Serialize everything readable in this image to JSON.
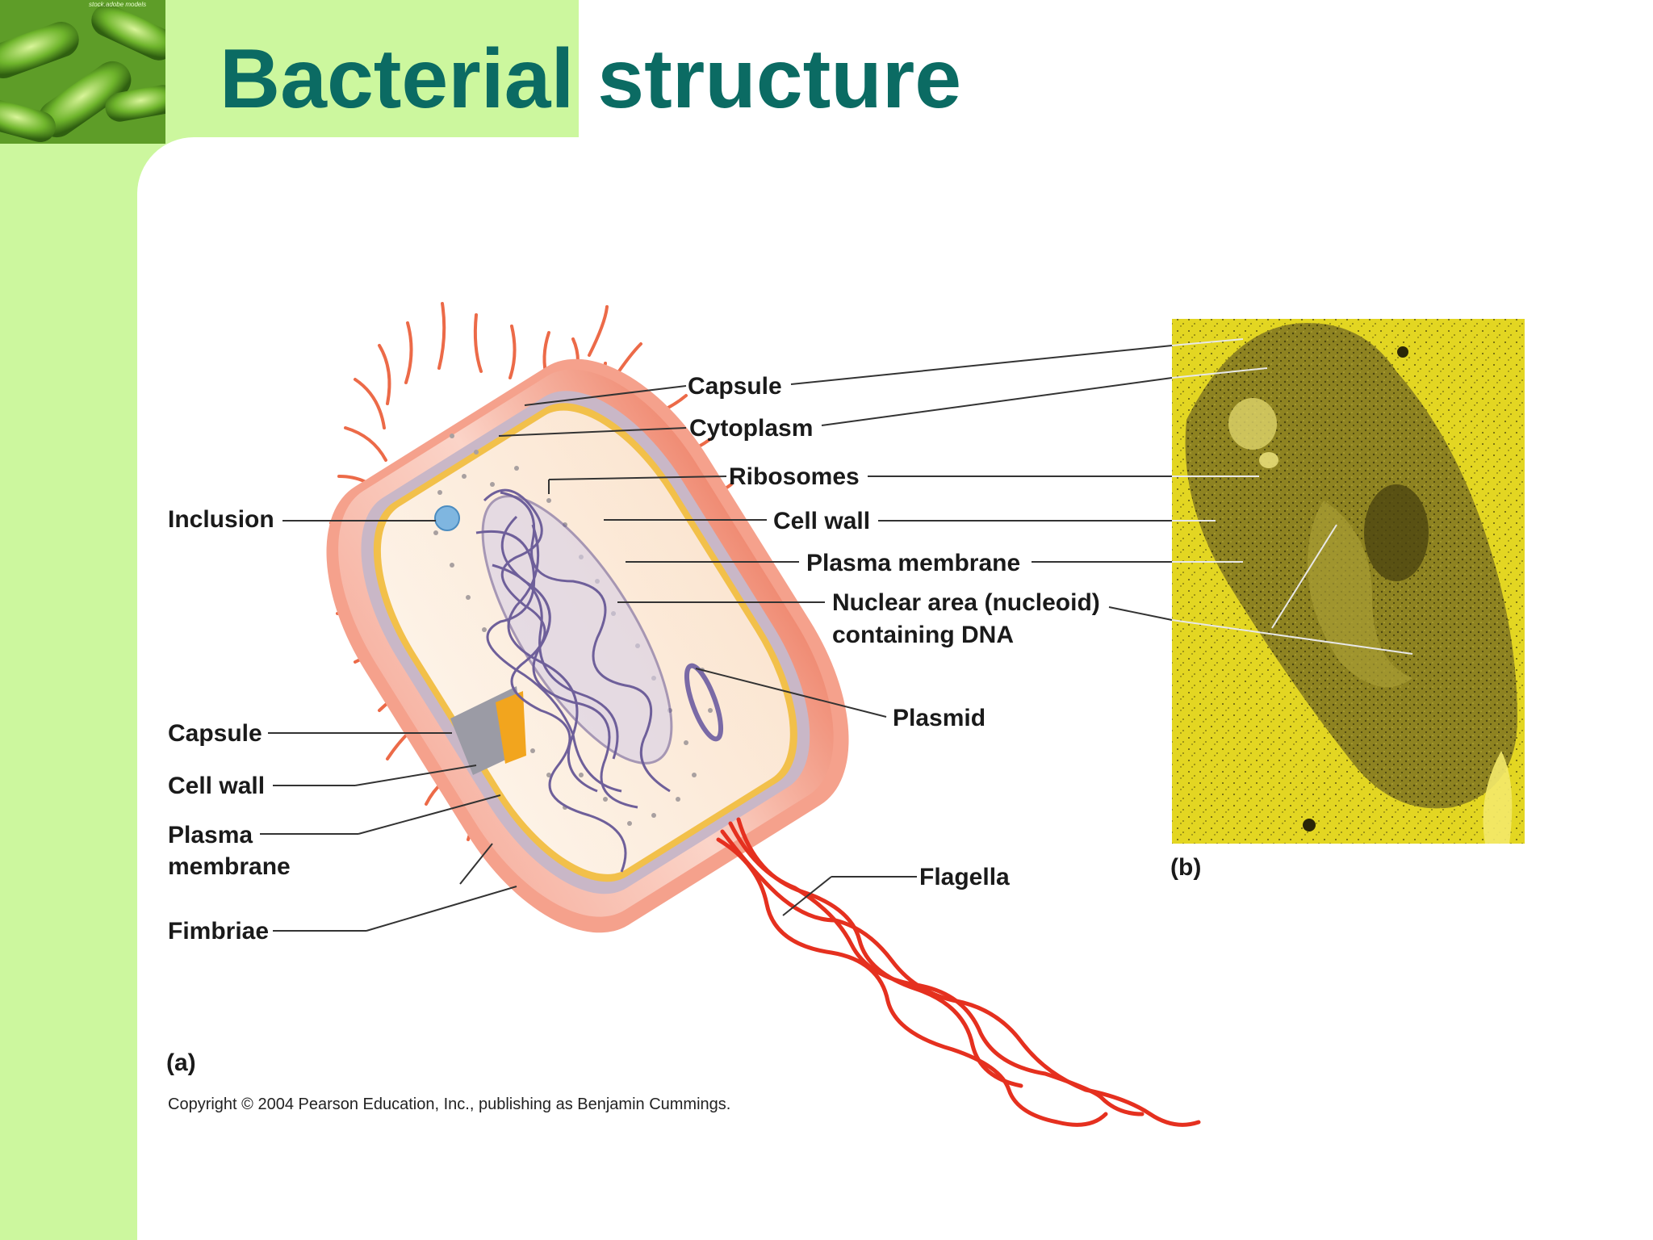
{
  "slide": {
    "title": "Bacterial structure",
    "corner_watermark": "stock.adobe models"
  },
  "colors": {
    "background_green": "#ccf79e",
    "title_teal": "#0b6b63",
    "micrograph_yellow": "#e3d622",
    "flagella_red": "#e5301f",
    "nucleoid_purple": "#6e5f9a"
  },
  "figure_a": {
    "panel_label": "(a)",
    "labels": {
      "capsule_top": "Capsule",
      "cytoplasm": "Cytoplasm",
      "ribosomes": "Ribosomes",
      "cell_wall_top": "Cell wall",
      "plasma_membrane_top": "Plasma membrane",
      "nuclear_area_line1": "Nuclear area (nucleoid)",
      "nuclear_area_line2": "containing DNA",
      "plasmid": "Plasmid",
      "flagella": "Flagella",
      "inclusion": "Inclusion",
      "capsule_left": "Capsule",
      "cell_wall_left": "Cell wall",
      "plasma_membrane_left_line1": "Plasma",
      "plasma_membrane_left_line2": "membrane",
      "fimbriae": "Fimbriae"
    },
    "copyright": "Copyright © 2004 Pearson Education, Inc., publishing as Benjamin Cummings."
  },
  "figure_b": {
    "panel_label": "(b)"
  }
}
